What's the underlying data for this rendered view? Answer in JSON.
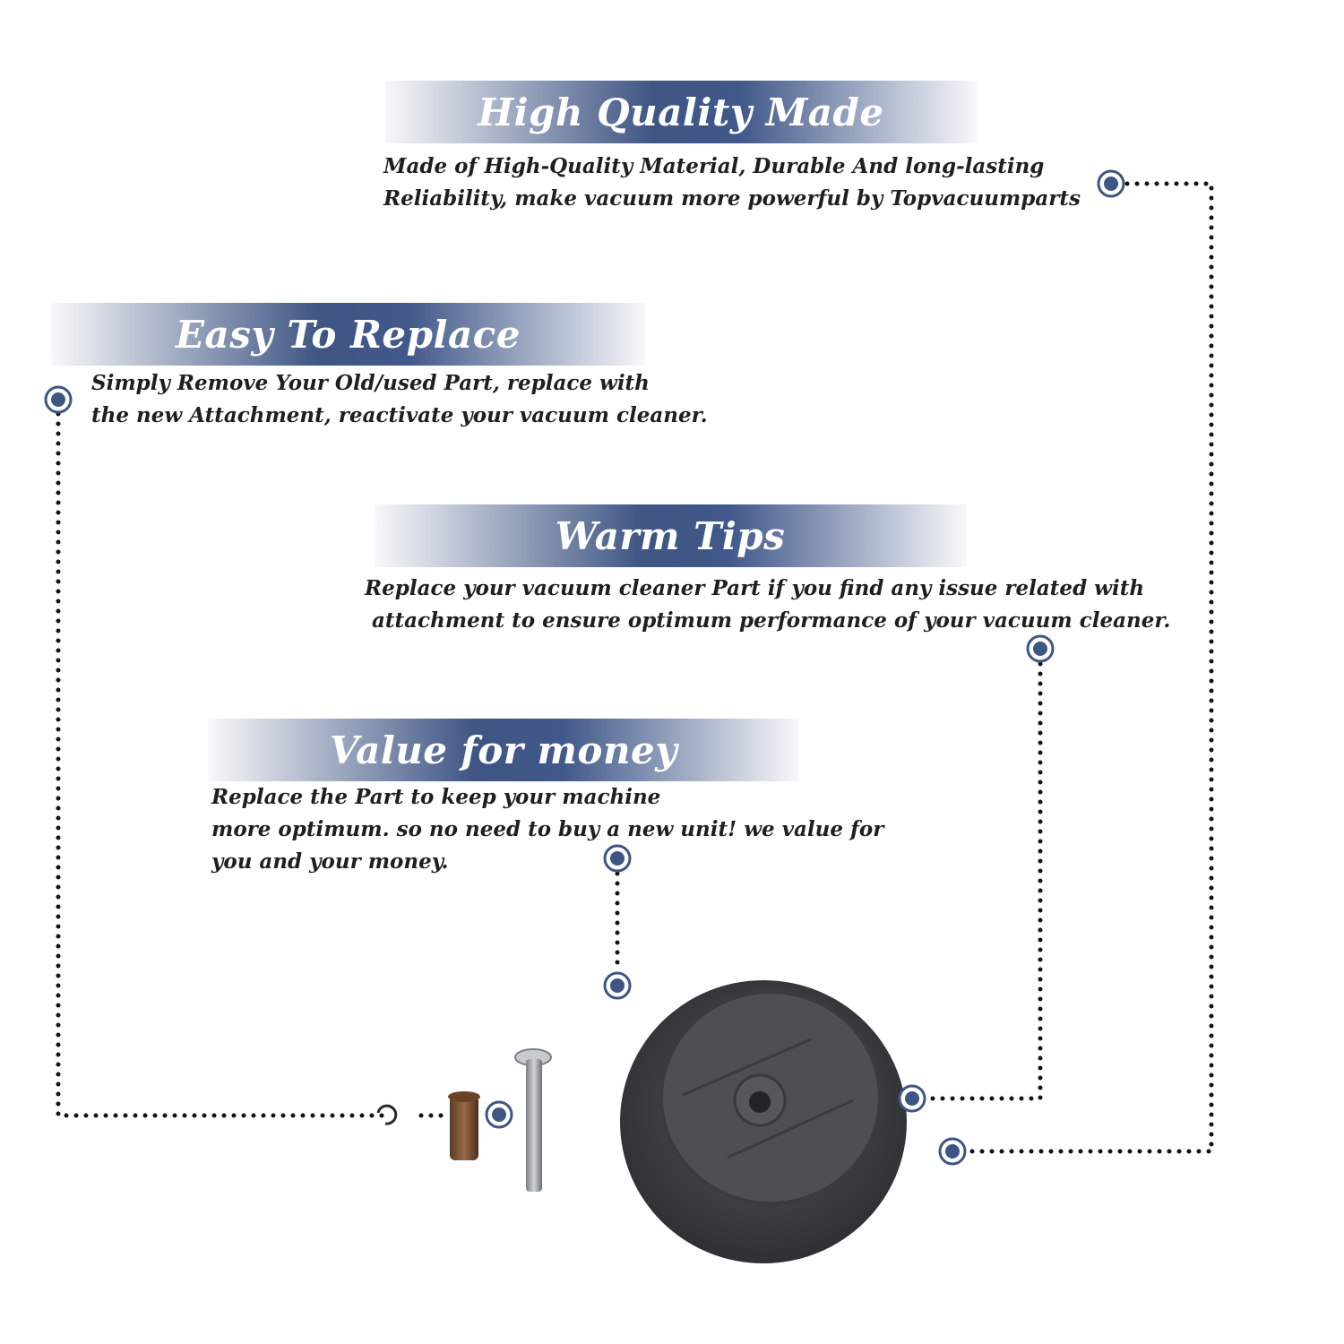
{
  "sections": [
    {
      "title": "High Quality Made",
      "lines": [
        "Made of  High-Quality Material, Durable And long-lasting",
        "Reliability, make vacuum more powerful by Topvacuumparts"
      ]
    },
    {
      "title": "Easy To Replace",
      "lines": [
        "Simply Remove Your Old/used Part, replace with",
        "the new Attachment, reactivate your vacuum cleaner."
      ]
    },
    {
      "title": "Warm Tips",
      "lines": [
        "Replace your vacuum cleaner Part if you find any issue related with",
        " attachment to ensure optimum performance of your vacuum cleaner."
      ]
    },
    {
      "title": "Value for money",
      "lines": [
        "Replace the Part to keep your machine",
        "more optimum. so no need to buy a new unit! we value for",
        "you and your money."
      ]
    }
  ],
  "colors": {
    "banner": "#3f5684",
    "marker": "#3f5684",
    "text": "#1f1f1f",
    "wheel": "#3a3b3f"
  },
  "icons": [
    "marker-dot-icon",
    "wheel-part",
    "axle-pin-part",
    "bushing-part",
    "e-clip-part"
  ]
}
